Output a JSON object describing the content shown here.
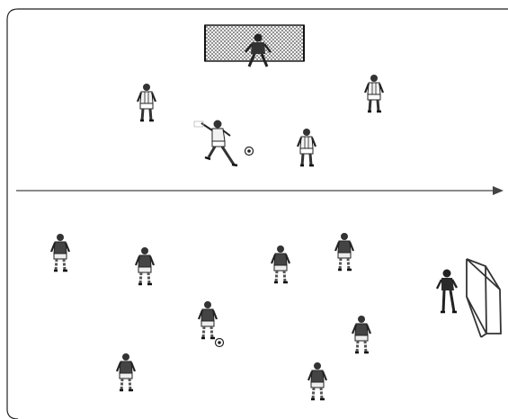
{
  "diagram": {
    "description_text": "",
    "elements": {
      "frame": "rounded-frame",
      "goal_top": "goal-net",
      "goal_right": "goal-frame",
      "arrow": "arrow-right",
      "ball_count": 2
    },
    "colors": {
      "ink": "#2a2a2a",
      "net": "#555555",
      "shirt_light": "#e8e8e8",
      "shirt_dark": "#3a3a3a"
    }
  }
}
